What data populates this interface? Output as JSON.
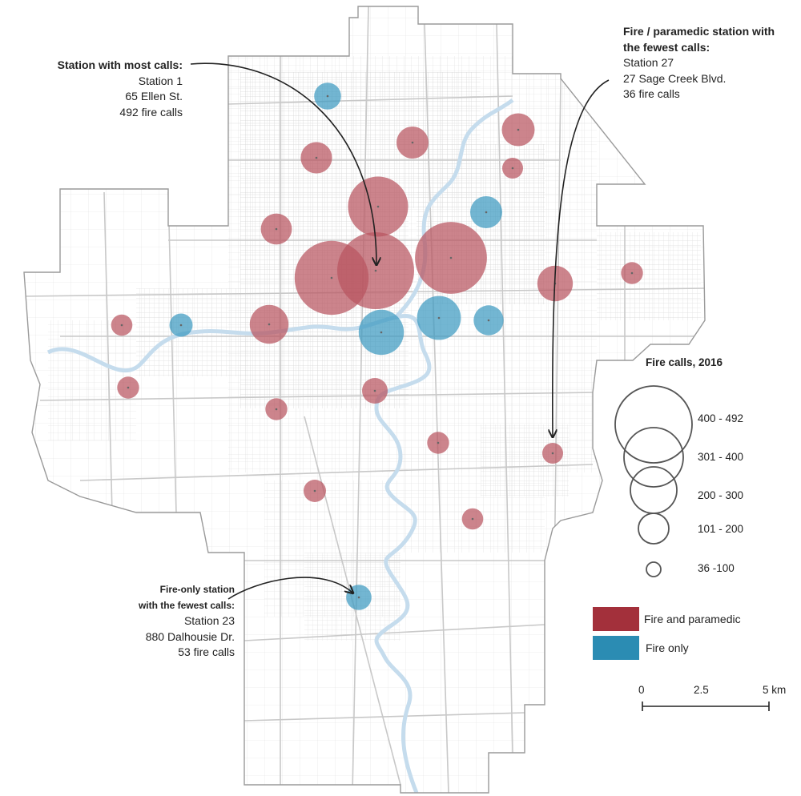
{
  "annotations": {
    "most": {
      "head": "Station with most calls:",
      "line1": "Station 1",
      "line2": "65 Ellen St.",
      "line3": "492 fire calls"
    },
    "fewest": {
      "head1": "Fire / paramedic station with",
      "head2": "the fewest calls:",
      "line1": "Station 27",
      "line2": "27 Sage Creek Blvd.",
      "line3": "36 fire calls"
    },
    "fire_only": {
      "head1": "Fire-only station",
      "head2": "with the fewest calls:",
      "line1": "Station 23",
      "line2": "880 Dalhousie Dr.",
      "line3": "53 fire calls"
    }
  },
  "legend": {
    "title": "Fire calls, 2016",
    "size_classes": [
      "400 - 492",
      "301 - 400",
      "200 - 300",
      "101 - 200",
      "36 -100"
    ],
    "types": [
      {
        "label": "Fire and paramedic",
        "color": "#a3303b"
      },
      {
        "label": "Fire only",
        "color": "#2b8cb3"
      }
    ]
  },
  "scale_bar": {
    "labels": [
      "0",
      "2.5",
      "5 km"
    ]
  },
  "colors": {
    "fire_paramedic": "#b9545f",
    "fire_only": "#3d9ac1",
    "river": "#c5dced",
    "boundary": "#9a9a9a",
    "streets": "#d8d8d8"
  },
  "stations": [
    {
      "type": "fire_paramedic",
      "calls": 492
    },
    {
      "type": "fire_paramedic",
      "calls": 455
    },
    {
      "type": "fire_paramedic",
      "calls": 430
    },
    {
      "type": "fire_paramedic",
      "calls": 300
    },
    {
      "type": "fire_only",
      "calls": 160
    },
    {
      "type": "fire_only",
      "calls": 170
    },
    {
      "type": "fire_paramedic",
      "calls": 125
    },
    {
      "type": "fire_paramedic",
      "calls": 105
    },
    {
      "type": "fire_only",
      "calls": 85
    },
    {
      "type": "fire_paramedic",
      "calls": 90
    },
    {
      "type": "fire_paramedic",
      "calls": 85
    },
    {
      "type": "fire_paramedic",
      "calls": 82
    },
    {
      "type": "fire_paramedic",
      "calls": 80
    },
    {
      "type": "fire_only",
      "calls": 75
    },
    {
      "type": "fire_paramedic",
      "calls": 55
    },
    {
      "type": "fire_only",
      "calls": 60
    },
    {
      "type": "fire_paramedic",
      "calls": 40
    },
    {
      "type": "fire_paramedic",
      "calls": 38
    },
    {
      "type": "fire_only",
      "calls": 53
    },
    {
      "type": "fire_paramedic",
      "calls": 40
    },
    {
      "type": "fire_only",
      "calls": 45
    },
    {
      "type": "fire_paramedic",
      "calls": 36
    },
    {
      "type": "fire_paramedic",
      "calls": 40
    },
    {
      "type": "fire_paramedic",
      "calls": 42
    },
    {
      "type": "fire_paramedic",
      "calls": 40
    },
    {
      "type": "fire_paramedic",
      "calls": 38
    },
    {
      "type": "fire_paramedic",
      "calls": 36
    }
  ]
}
